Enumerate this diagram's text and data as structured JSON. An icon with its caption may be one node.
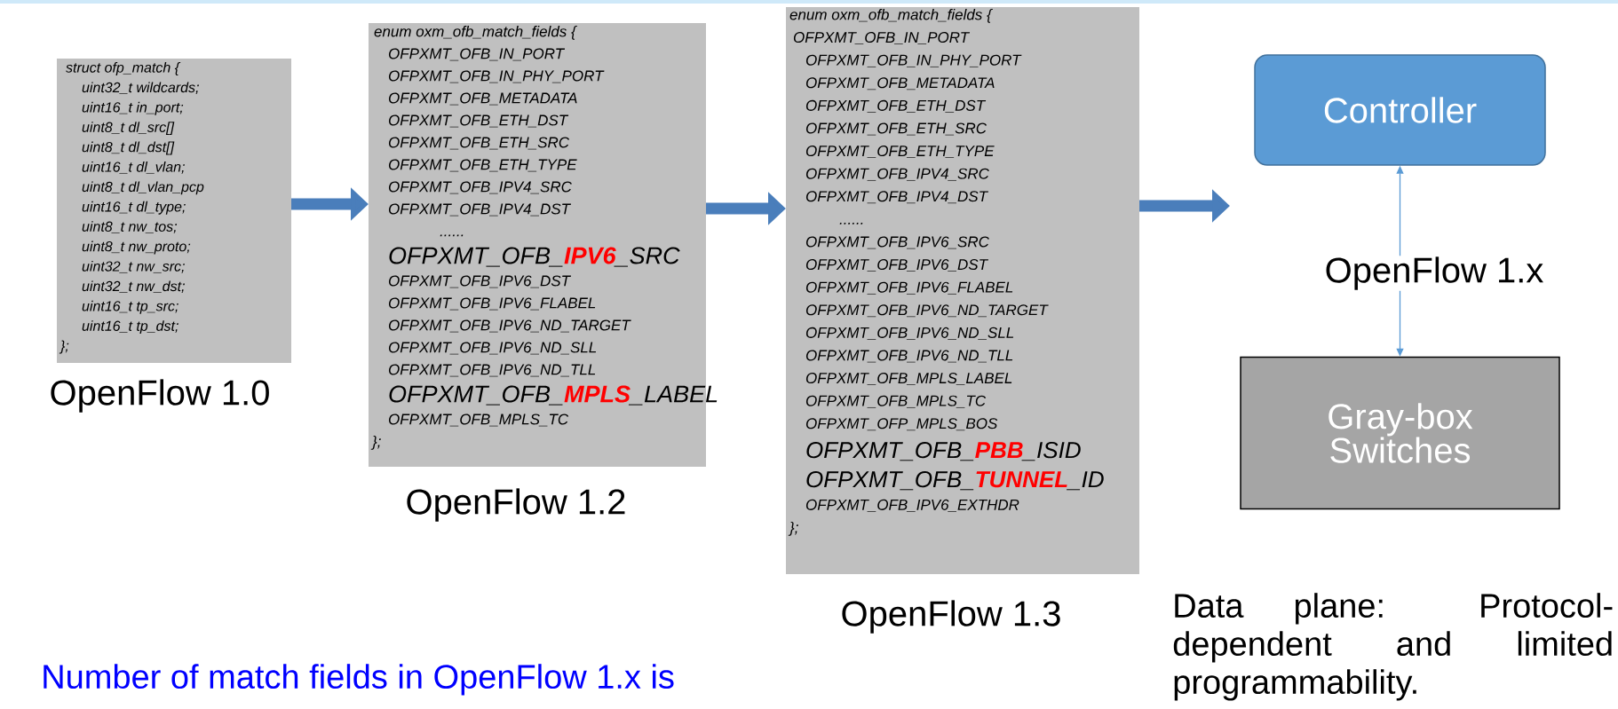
{
  "diagram": {
    "nodes": [
      {
        "text": [
          "struct ofp_match {",
          "uint32_t wildcards;",
          "uint16_t in_port;",
          "uint8_t dl_src[]",
          "uint8_t dl_dst[]",
          "uint16_t dl_vlan;",
          "uint8_t dl_vlan_pcp",
          "uint16_t dl_type;",
          "uint8_t nw_tos;",
          "uint8_t nw_proto;",
          "uint32_t nw_src;",
          "uint32_t nw_dst;",
          "uint16_t tp_src;",
          "uint16_t tp_dst;",
          "};"
        ],
        "beside": [
          "OpenFlow 1.0"
        ]
      },
      {
        "text": [
          "enum oxm_ofb_match_fields {",
          "OFPXMT_OFB_IN_PORT",
          "OFPXMT_OFB_IN_PHY_PORT",
          "OFPXMT_OFB_METADATA",
          "OFPXMT_OFB_ETH_DST",
          "OFPXMT_OFB_ETH_SRC",
          "OFPXMT_OFB_ETH_TYPE",
          "OFPXMT_OFB_IPV4_SRC",
          "OFPXMT_OFB_IPV4_DST",
          "......",
          "OFPXMT_OFB_**IPV6**_SRC",
          "OFPXMT_OFB_IPV6_DST",
          "OFPXMT_OFB_IPV6_FLABEL",
          "OFPXMT_OFB_IPV6_ND_TARGET",
          "OFPXMT_OFB_IPV6_ND_SLL",
          "OFPXMT_OFB_IPV6_ND_TLL",
          "OFPXMT_OFB_**MPLS**_LABEL",
          "OFPXMT_OFB_MPLS_TC",
          "};"
        ],
        "beside": [
          "OpenFlow 1.2"
        ]
      },
      {
        "text": [
          "enum oxm_ofb_match_fields {",
          "OFPXMT_OFB_IN_PORT",
          "OFPXMT_OFB_IN_PHY_PORT",
          "OFPXMT_OFB_METADATA",
          "OFPXMT_OFB_ETH_DST",
          "OFPXMT_OFB_ETH_SRC",
          "OFPXMT_OFB_ETH_TYPE",
          "OFPXMT_OFB_IPV4_SRC",
          "OFPXMT_OFB_IPV4_DST",
          "......",
          "OFPXMT_OFB_IPV6_SRC",
          "OFPXMT_OFB_IPV6_DST",
          "OFPXMT_OFB_IPV6_FLABEL",
          "OFPXMT_OFB_IPV6_ND_TARGET",
          "OFPXMT_OFB_IPV6_ND_SLL",
          "OFPXMT_OFB_IPV6_ND_TLL",
          "OFPXMT_OFB_MPLS_LABEL",
          "OFPXMT_OFB_MPLS_TC",
          "OFPXMT_OFP_MPLS_BOS",
          "OFPXMT_OFB_**PBB**_ISID",
          "OFPXMT_OFB_**TUNNEL**_ID",
          "OFPXMT_OFB_IPV6_EXTHDR",
          "};"
        ],
        "beside": [
          "OpenFlow 1.3"
        ]
      },
      {
        "text": [
          "Controller"
        ]
      },
      {
        "text": [
          "Gray-box Switches"
        ]
      }
    ],
    "edges": [
      {
        "from": 0,
        "to": 1,
        "arrow": "to"
      },
      {
        "from": 1,
        "to": 2,
        "arrow": "to"
      },
      {
        "from": 2,
        "to": null,
        "arrow": "to"
      },
      {
        "from": 3,
        "to": 4,
        "arrow": "both",
        "label": "OpenFlow 1.x",
        "color": "#5b9bd5"
      }
    ],
    "labels": [
      "Data plane: Protocol-dependent and limited programmability.",
      "Number of match fields in OpenFlow 1.x is"
    ]
  }
}
